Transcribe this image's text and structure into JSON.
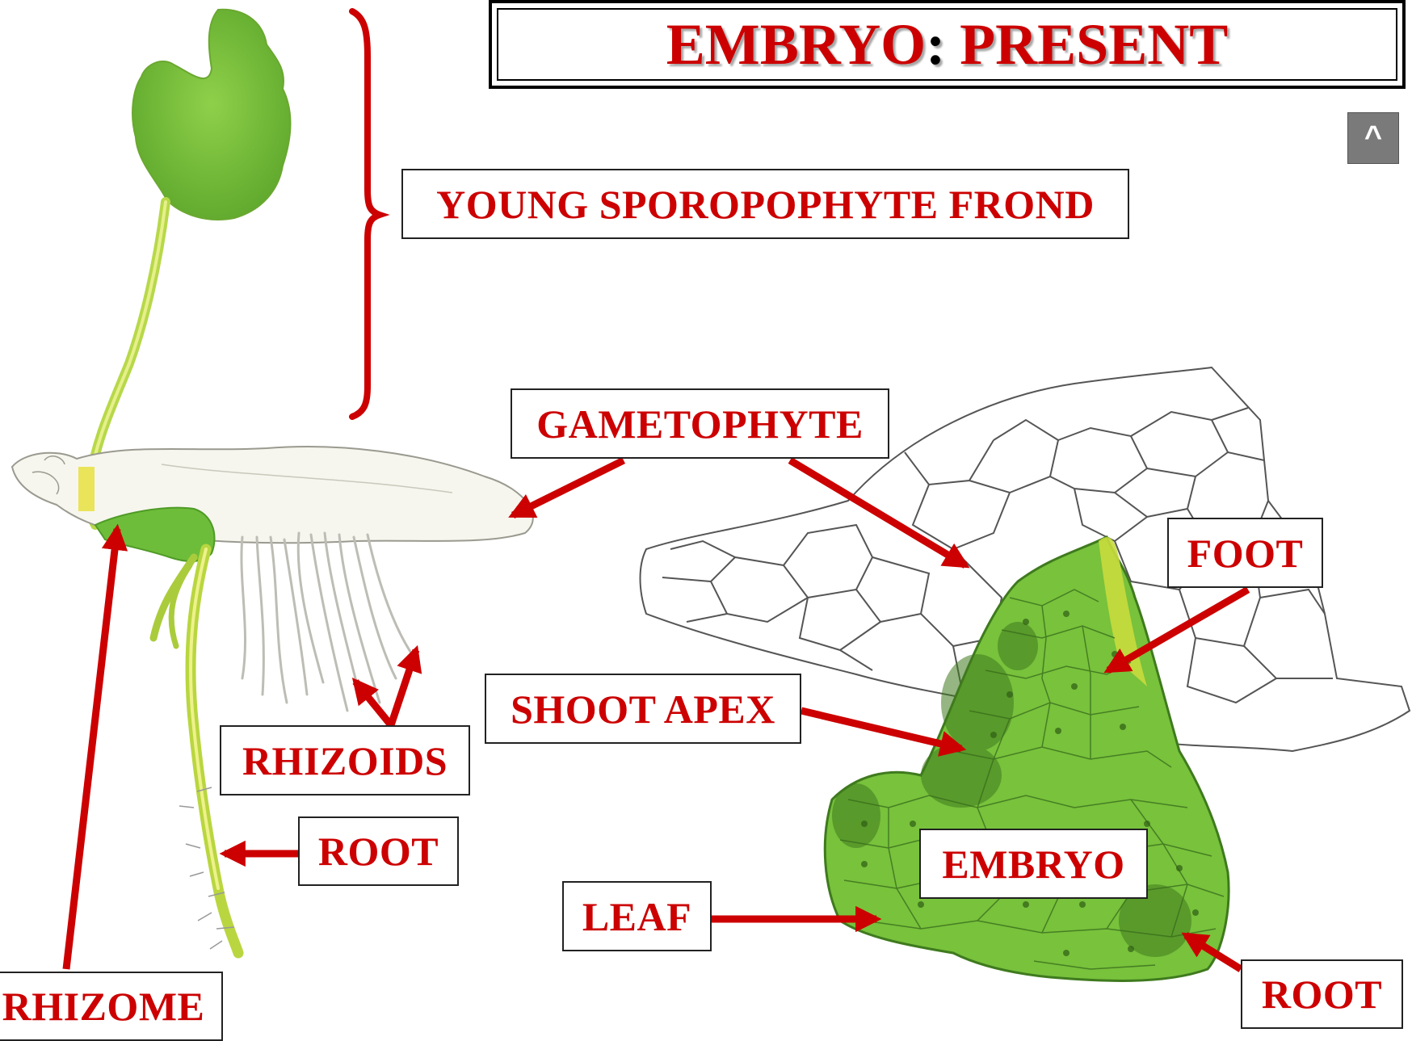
{
  "title": {
    "word1": "EMBRYO",
    "sep": ":",
    "word2": "PRESENT"
  },
  "nav": {
    "up_label": "^"
  },
  "labels": {
    "frond": "YOUNG SPOROPOPHYTE FROND",
    "gametophyte": "GAMETOPHYTE",
    "foot": "FOOT",
    "shoot_apex": "SHOOT APEX",
    "rhizoids": "RHIZOIDS",
    "root_left": "ROOT",
    "embryo": "EMBRYO",
    "leaf": "LEAF",
    "root_right": "ROOT",
    "rhizome": "RHIZOME"
  },
  "colors": {
    "label_text": "#cc0000",
    "arrow": "#cc0000",
    "tissue_green": "#7cc43a",
    "tissue_dark": "#3f7a1e",
    "foot_yellow": "#c8dc3c",
    "cell_outline": "#555555"
  }
}
